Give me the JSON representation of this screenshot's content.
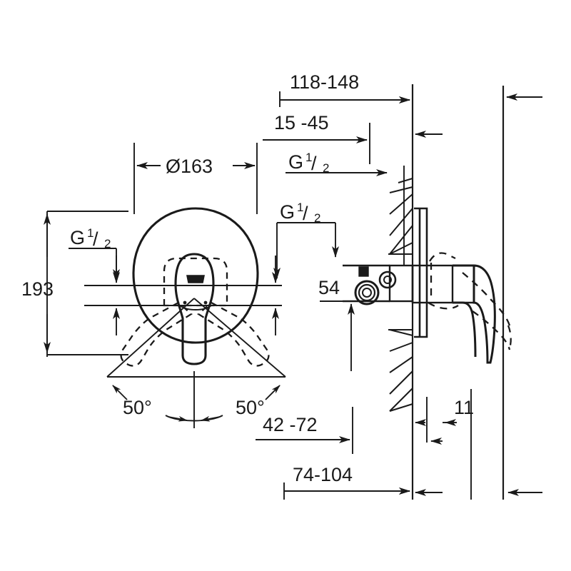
{
  "drawing": {
    "title": "Concealed single-lever shower mixer — dimensioned technical drawing",
    "line_color": "#1a1a1a",
    "background": "#ffffff",
    "views": {
      "front": "front-elevation",
      "side": "side-section"
    }
  },
  "dimensions": {
    "diameter_escutcheon": "Ø163",
    "height_193": "193",
    "depth_118_148": "118-148",
    "depth_15_45": "15 -45",
    "depth_42_72": "42 -72",
    "depth_74_104": "74-104",
    "offset_54": "54",
    "plate_11": "11",
    "angle_left": "50°",
    "angle_right": "50°"
  },
  "thread_labels": {
    "g_letter": "G",
    "numerator": "1",
    "denominator": "2",
    "slash": "/",
    "front_left": "G½",
    "front_right": "G½",
    "top_right": "G½"
  },
  "labels_list": [
    "118-148",
    "15 -45",
    "G½",
    "G½",
    "Ø163",
    "G½",
    "193",
    "54",
    "50°",
    "50°",
    "42 -72",
    "11",
    "74-104"
  ]
}
